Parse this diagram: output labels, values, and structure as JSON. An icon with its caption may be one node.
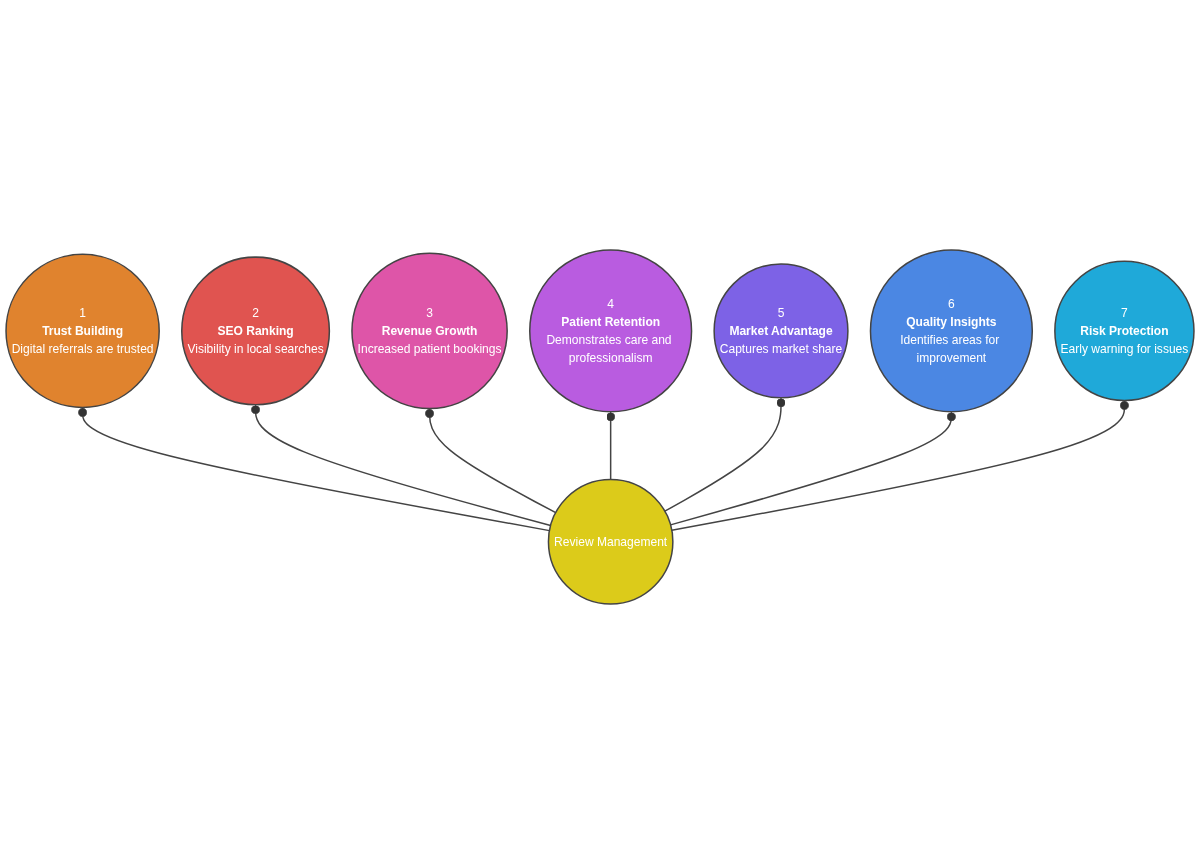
{
  "diagram": {
    "nodes": [
      {
        "text": [
          "1",
          "Trust Building",
          "Digital referrals are trusted"
        ]
      },
      {
        "text": [
          "2",
          "SEO Ranking",
          "Visibility in local searches"
        ]
      },
      {
        "text": [
          "3",
          "Revenue Growth",
          "Increased patient bookings"
        ]
      },
      {
        "text": [
          "4",
          "Patient Retention",
          "Demonstrates care and professionalism"
        ]
      },
      {
        "text": [
          "5",
          "Market Advantage",
          "Captures market share"
        ]
      },
      {
        "text": [
          "6",
          "Quality Insights",
          "Identifies areas for improvement"
        ]
      },
      {
        "text": [
          "7",
          "Risk Protection",
          "Early warning for issues"
        ]
      },
      {
        "text": [
          "Review Management"
        ]
      }
    ],
    "edges": [
      {
        "from": 7,
        "to": 0,
        "arrow": "other"
      },
      {
        "from": 7,
        "to": 1,
        "arrow": "other"
      },
      {
        "from": 7,
        "to": 2,
        "arrow": "other"
      },
      {
        "from": 7,
        "to": 3,
        "arrow": "other"
      },
      {
        "from": 7,
        "to": 4,
        "arrow": "other"
      },
      {
        "from": 7,
        "to": 5,
        "arrow": "other"
      },
      {
        "from": 7,
        "to": 6,
        "arrow": "other"
      }
    ]
  }
}
